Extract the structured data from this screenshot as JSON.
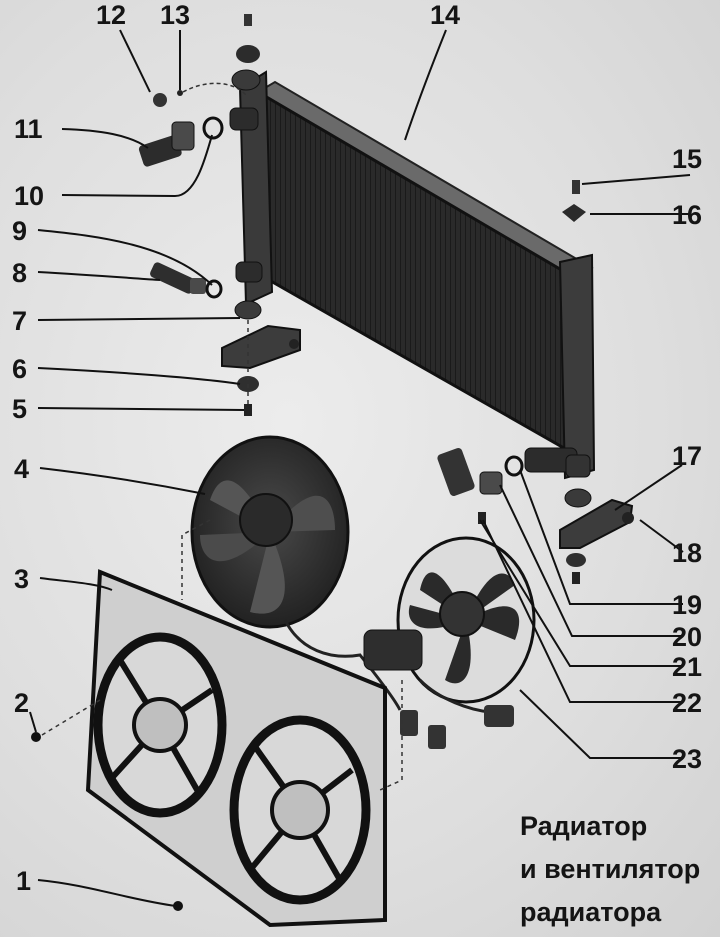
{
  "parts": [
    {
      "number": "1"
    },
    {
      "number": "2"
    },
    {
      "number": "3"
    },
    {
      "number": "4"
    },
    {
      "number": "5"
    },
    {
      "number": "6"
    },
    {
      "number": "7"
    },
    {
      "number": "8"
    },
    {
      "number": "9"
    },
    {
      "number": "10"
    },
    {
      "number": "11"
    },
    {
      "number": "12"
    },
    {
      "number": "13"
    },
    {
      "number": "14"
    },
    {
      "number": "15"
    },
    {
      "number": "16"
    },
    {
      "number": "17"
    },
    {
      "number": "18"
    },
    {
      "number": "19"
    },
    {
      "number": "20"
    },
    {
      "number": "21"
    },
    {
      "number": "22"
    },
    {
      "number": "23"
    }
  ],
  "caption": {
    "lines": [
      "Радиатор",
      "и вентилятор",
      "радиатора"
    ]
  }
}
